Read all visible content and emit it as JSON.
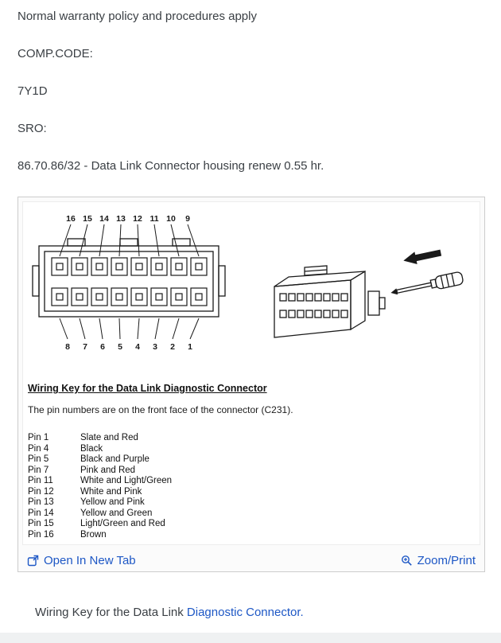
{
  "theme": {
    "link_color": "#1d57c5",
    "text_color": "#3a3f44",
    "panel_border": "#cccccc",
    "footer_bg": "#eff1f2"
  },
  "meta": {
    "warranty": "Normal warranty policy and procedures apply",
    "comp_code_label": "COMP.CODE:",
    "comp_code_value": "7Y1D",
    "sro_label": "SRO:",
    "sro_value": "86.70.86/32 - Data Link Connector housing renew 0.55 hr."
  },
  "figure": {
    "heading": "Wiring Key for the Data Link Diagnostic Connector",
    "subheading": "The pin numbers are on the front face of the connector (C231).",
    "top_pin_numbers": [
      "16",
      "15",
      "14",
      "13",
      "12",
      "11",
      "10",
      "9"
    ],
    "bottom_pin_numbers": [
      "8",
      "7",
      "6",
      "5",
      "4",
      "3",
      "2",
      "1"
    ],
    "pins": [
      {
        "pin": "Pin 1",
        "color": "Slate and Red"
      },
      {
        "pin": "Pin 4",
        "color": "Black"
      },
      {
        "pin": "Pin 5",
        "color": "Black and Purple"
      },
      {
        "pin": "Pin 7",
        "color": "Pink and Red"
      },
      {
        "pin": "Pin 11",
        "color": "White and Light/Green"
      },
      {
        "pin": "Pin 12",
        "color": "White and Pink"
      },
      {
        "pin": "Pin 13",
        "color": "Yellow and Pink"
      },
      {
        "pin": "Pin 14",
        "color": "Yellow and Green"
      },
      {
        "pin": "Pin 15",
        "color": "Light/Green and Red"
      },
      {
        "pin": "Pin 16",
        "color": "Brown"
      }
    ],
    "actions": {
      "open_in_new_tab": "Open In New Tab",
      "zoom_print": "Zoom/Print"
    }
  },
  "caption": {
    "text": "Wiring Key for the Data Link ",
    "link": "Diagnostic Connector."
  }
}
